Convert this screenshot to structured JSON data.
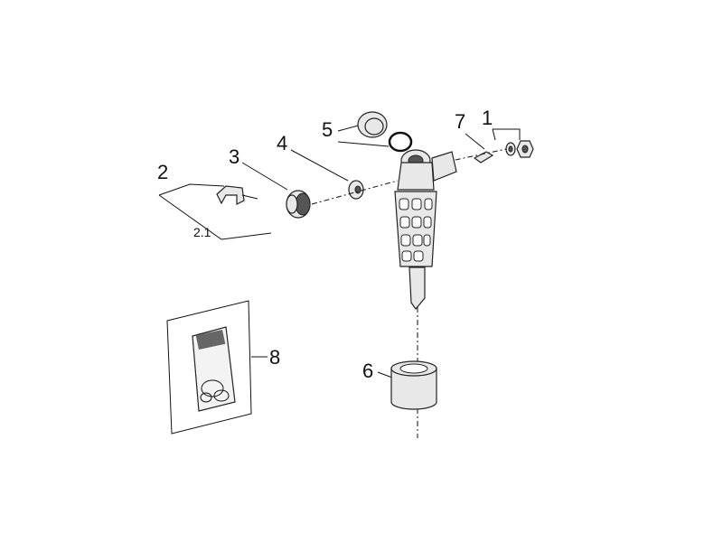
{
  "diagram": {
    "type": "exploded-parts-view",
    "labels": {
      "p1": "1",
      "p2": "2",
      "p2_1": "2.1",
      "p3": "3",
      "p4": "4",
      "p5": "5",
      "p6": "6",
      "p7": "7",
      "p8": "8"
    }
  }
}
